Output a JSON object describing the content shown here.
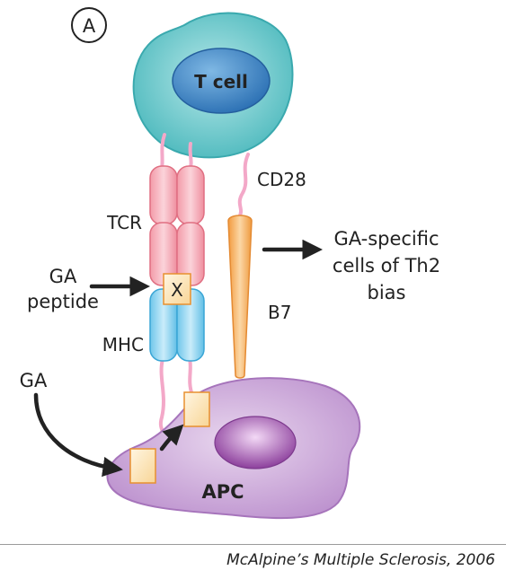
{
  "panel_label": "A",
  "cells": {
    "t_cell": "T cell",
    "apc": "APC"
  },
  "molecules": {
    "tcr": "TCR",
    "mhc": "MHC",
    "cd28": "CD28",
    "b7": "B7",
    "peptide_marker": "X"
  },
  "labels": {
    "ga_peptide_line1": "GA",
    "ga_peptide_line2": "peptide",
    "ga": "GA"
  },
  "outcome": {
    "line1": "GA-specific",
    "line2": "cells of Th2",
    "line3": "bias"
  },
  "caption": "McAlpine’s Multiple Sclerosis, 2006",
  "colors": {
    "t_cell_fill": "#5cc6c9",
    "t_cell_nucleus": "#2f7fc0",
    "apc_fill": "#c9a3d6",
    "apc_nucleus": "#9a4fa6",
    "tcr_fill": "#f2a1ad",
    "mhc_fill": "#8fd3ef",
    "b7_fill": "#f4ad5a",
    "peptide_fill": "#fde6b5",
    "stalk": "#f3a8c8"
  }
}
